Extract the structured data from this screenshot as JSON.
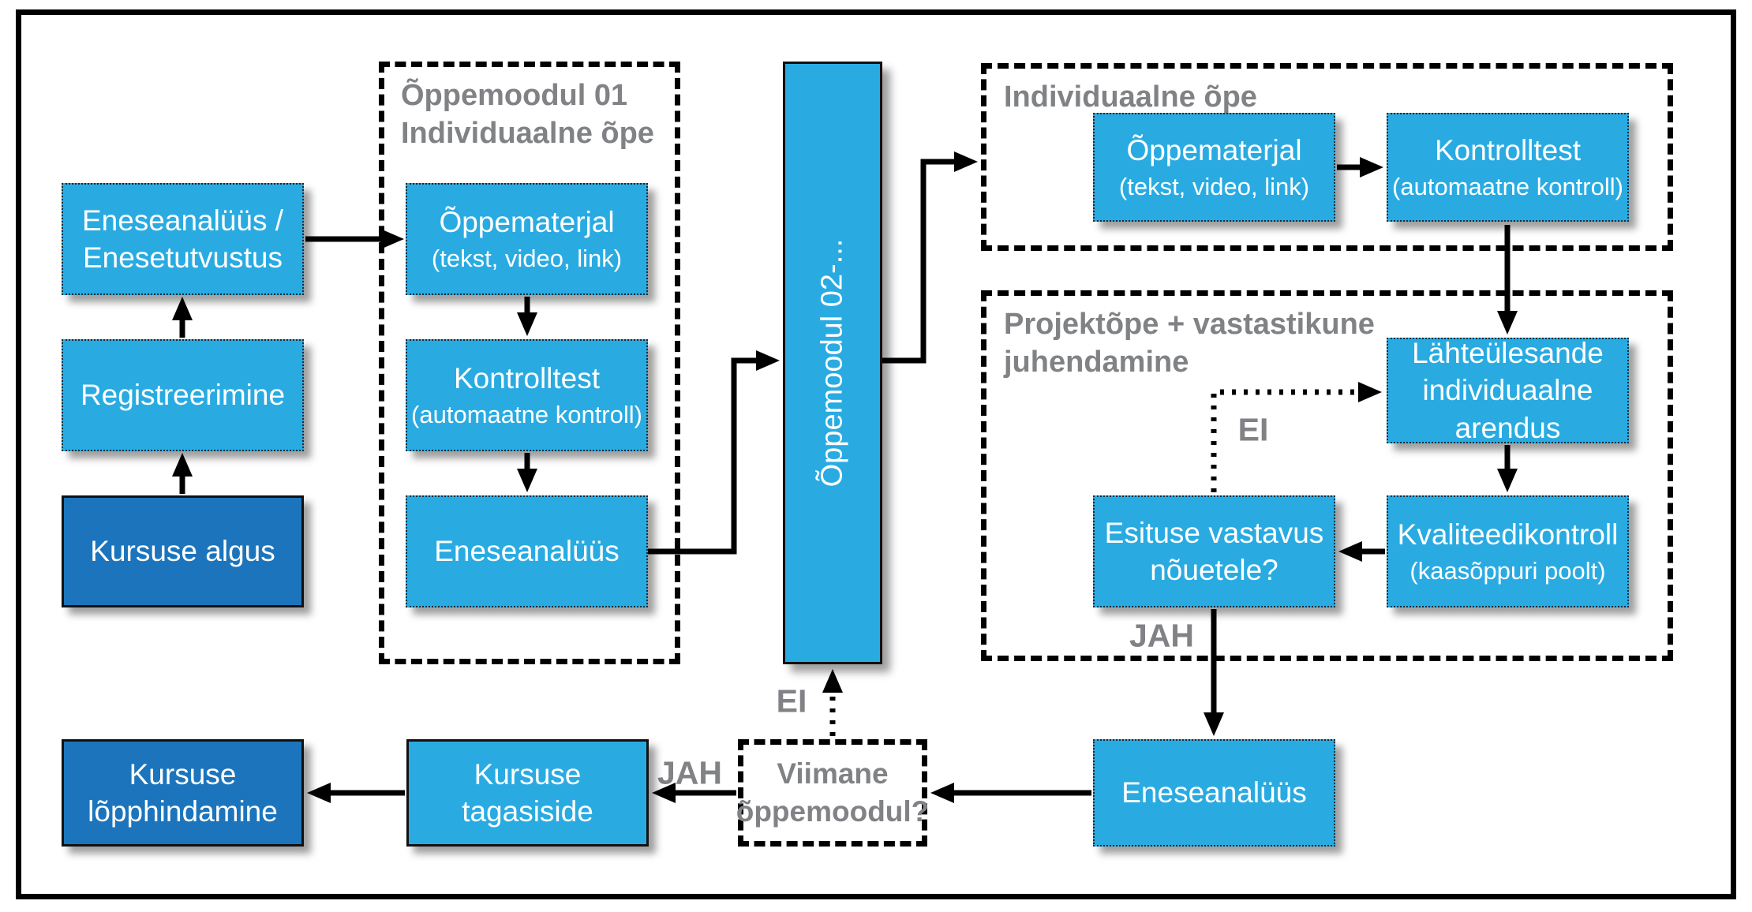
{
  "diagram": {
    "colors": {
      "box_blue": "#29ABE2",
      "box_dark_blue": "#1C75BC",
      "title_grey": "#808285",
      "line_black": "#000000"
    },
    "left": {
      "eneseanalyys_enesetutvustus": "Eneseanalüüs /\nEnesetutvustus",
      "registreerimine": "Registreerimine",
      "kursuse_algus": "Kursuse algus"
    },
    "module1": {
      "title": "Õppemoodul 01\nIndividuaalne õpe",
      "oppematerjal_main": "Õppematerjal",
      "oppematerjal_sub": "(tekst, video, link)",
      "kontrolltest_main": "Kontrolltest",
      "kontrolltest_sub": "(automaatne kontroll)",
      "eneseanalyys": "Eneseanalüüs"
    },
    "module2": {
      "label": "Õppemoodul 02-..."
    },
    "individual": {
      "title": "Individuaalne õpe",
      "oppematerjal_main": "Õppematerjal",
      "oppematerjal_sub": "(tekst, video, link)",
      "kontrolltest_main": "Kontrolltest",
      "kontrolltest_sub": "(automaatne kontroll)"
    },
    "project": {
      "title": "Projektõpe + vastastikune\njuhendamine",
      "lahteulesande": "Lähteülesande\nindividuaalne\narendus",
      "kvaliteedikontroll_main": "Kvaliteedikontroll",
      "kvaliteedikontroll_sub": "(kaasõppuri poolt)",
      "esituse": "Esituse vastavus\nnõuetele?",
      "ei_label": "EI",
      "jah_label": "JAH"
    },
    "bottom": {
      "eneseanalyys": "Eneseanalüüs",
      "viimane": "Viimane\nõppemoodul?",
      "ei_label": "EI",
      "jah_label": "JAH",
      "kursuse_tagasiside": "Kursuse\ntagasiside",
      "kursuse_lopphindamine": "Kursuse\nlõpphindamine"
    }
  }
}
